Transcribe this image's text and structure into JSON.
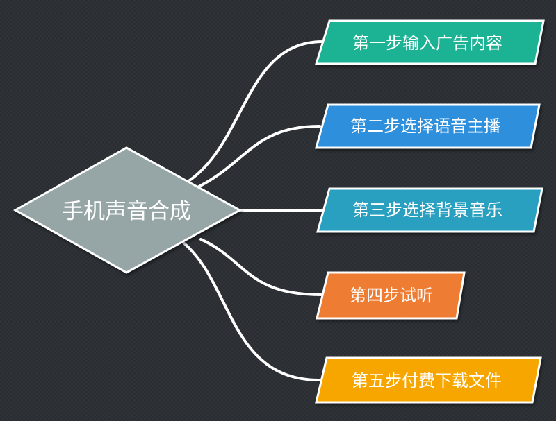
{
  "diagram": {
    "root": {
      "label": "手机声音合成",
      "fill": "#96a5a5",
      "stroke": "#ffffff"
    },
    "connector_color": "#ffffff",
    "steps": [
      {
        "label": "第一步输入广告内容",
        "color": "#1bb394"
      },
      {
        "label": "第二步选择语音主播",
        "color": "#2f8fdc"
      },
      {
        "label": "第三步选择背景音乐",
        "color": "#2aa0c0"
      },
      {
        "label": "第四步试听",
        "color": "#ee7b30"
      },
      {
        "label": "第五步付费下载文件",
        "color": "#f7a600"
      }
    ]
  }
}
